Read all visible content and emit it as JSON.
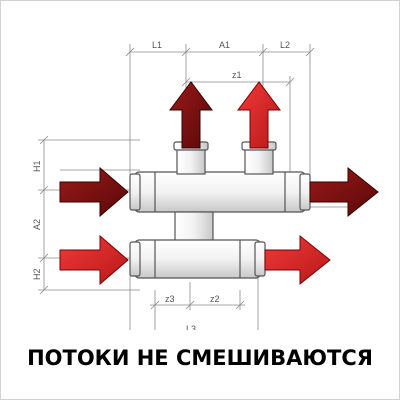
{
  "caption": "ПОТОКИ НЕ СМЕШИВАЮТСЯ",
  "dimensions": {
    "L1": "L1",
    "A1": "A1",
    "L2": "L2",
    "z1": "z1",
    "H1": "H1",
    "A2": "A2",
    "H2": "H2",
    "z3": "z3",
    "z2": "z2",
    "L3": "L3"
  },
  "colors": {
    "dark_red": "#7a0e0e",
    "light_red": "#e0282a",
    "pipe_stroke": "#555555",
    "dim_line": "#888888"
  }
}
